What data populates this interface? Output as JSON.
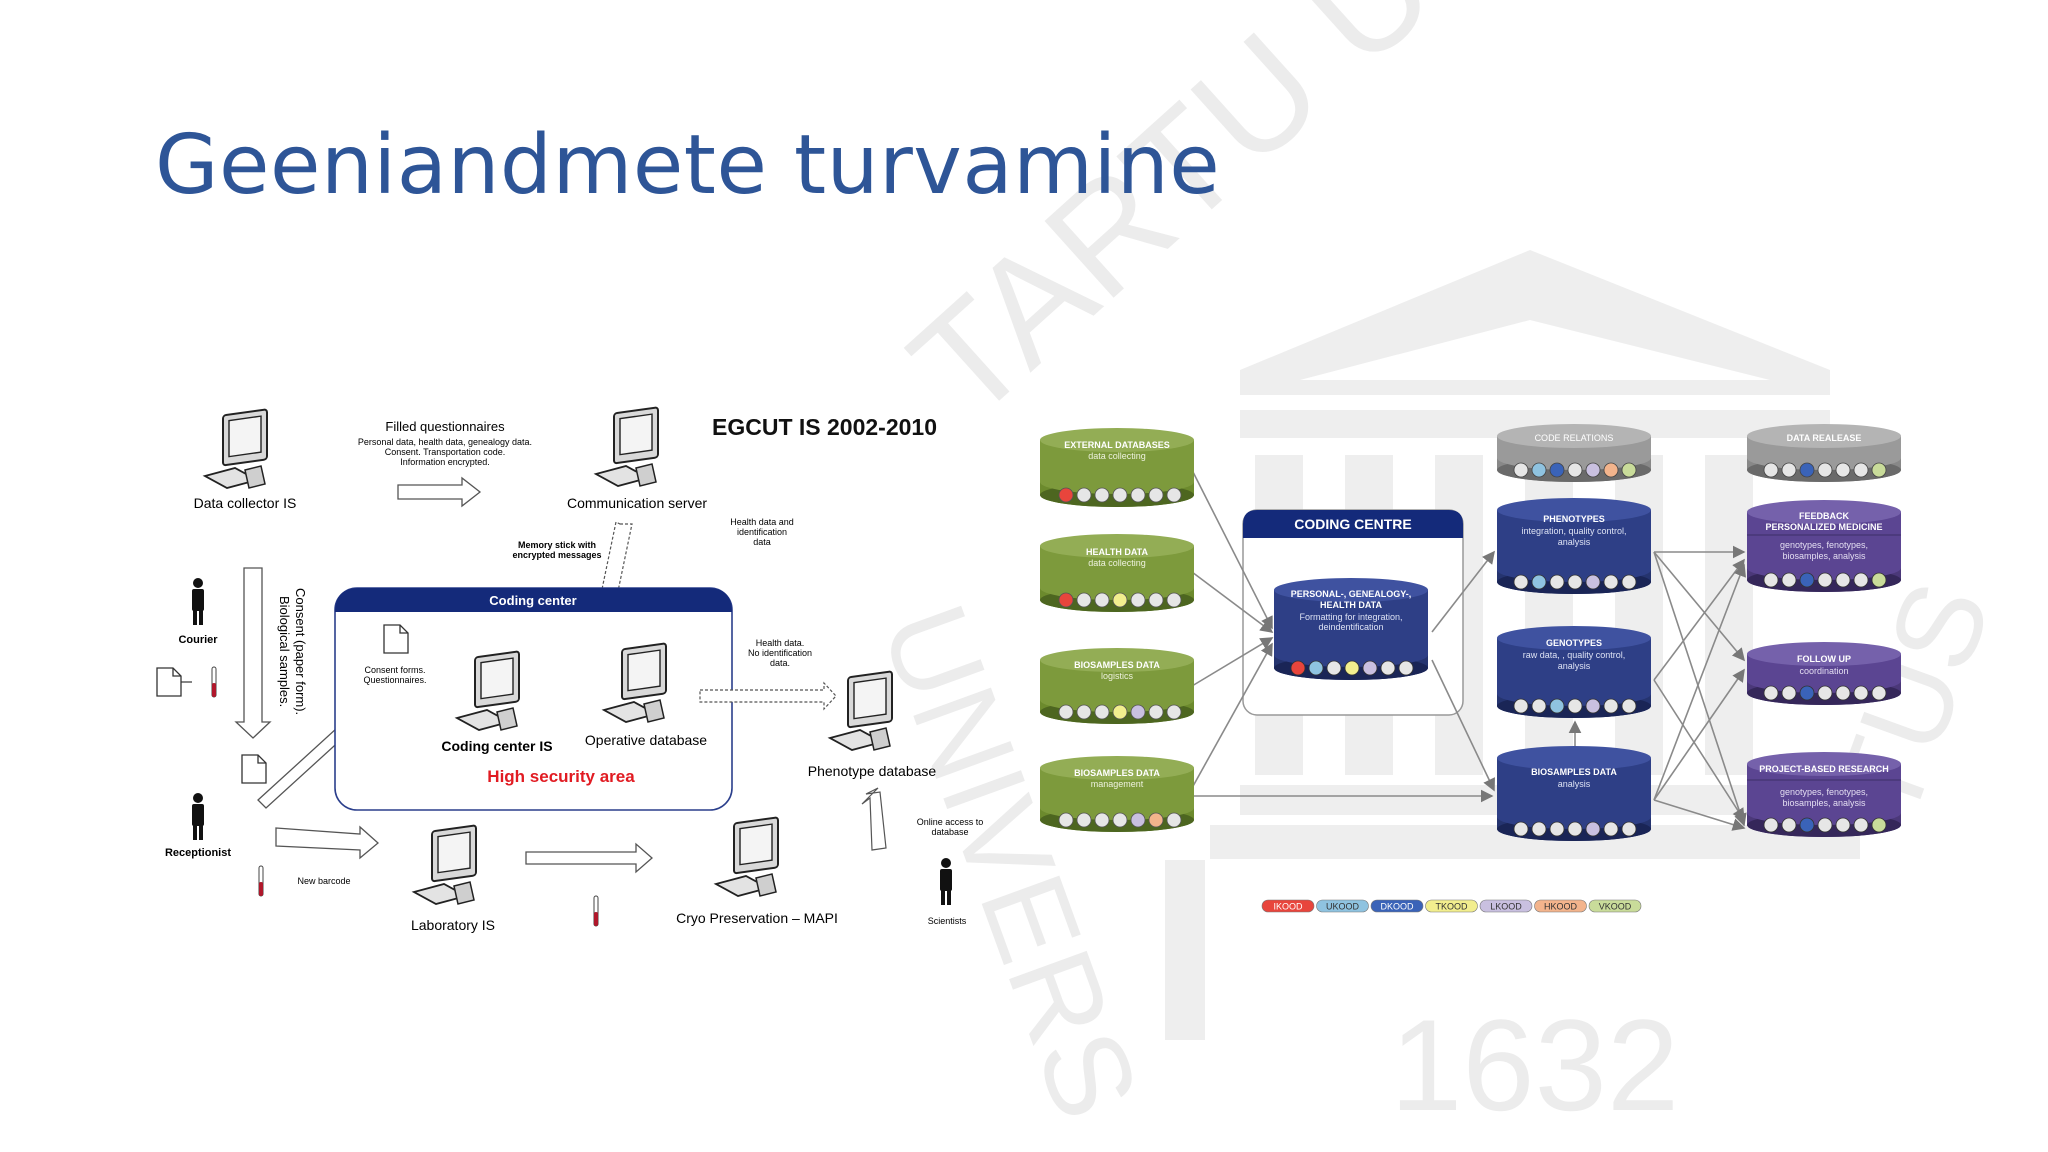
{
  "slide": {
    "title": "Geeniandmete turvamine",
    "watermark": {
      "text_top": "TARTU ÜLIKOOL",
      "text_left": "UNIVERS",
      "text_right": "TUS",
      "year": "1632"
    }
  },
  "left_diagram": {
    "title": "EGCUT IS 2002-2010",
    "data_collector": "Data collector IS",
    "communication_server": "Communication server",
    "filled_questionnaires": "Filled questionnaires",
    "fq_detail_1": "Personal data, health data, genealogy data.",
    "fq_detail_2": "Consent. Transportation code.",
    "fq_detail_3": "Information encrypted.",
    "memory_stick_1": "Memory stick with",
    "memory_stick_2": "encrypted messages",
    "health_ident_1": "Health data and",
    "health_ident_2": "identification",
    "health_ident_3": "data",
    "courier": "Courier",
    "consent_vertical_1": "Consent (paper form).",
    "consent_vertical_2": "Biological samples.",
    "coding_center_header": "Coding center",
    "consent_forms_1": "Consent forms.",
    "consent_forms_2": "Questionnaires.",
    "coding_center_is": "Coding center IS",
    "operative_database": "Operative database",
    "high_security": "High security area",
    "health_no_id_1": "Health data.",
    "health_no_id_2": "No identification",
    "health_no_id_3": "data.",
    "phenotype_database": "Phenotype database",
    "receptionist": "Receptionist",
    "new_barcode": "New barcode",
    "laboratory_is": "Laboratory IS",
    "cryo": "Cryo Preservation – MAPI",
    "online_access_1": "Online access to",
    "online_access_2": "database",
    "scientists": "Scientists"
  },
  "right_diagram": {
    "ext_db_title": "EXTERNAL DATABASES",
    "ext_db_sub": "data collecting",
    "health_title": "HEALTH DATA",
    "health_sub": "data collecting",
    "bio_log_title": "BIOSAMPLES DATA",
    "bio_log_sub": "logistics",
    "bio_mgmt_title": "BIOSAMPLES DATA",
    "bio_mgmt_sub": "management",
    "coding_centre": "CODING CENTRE",
    "personal_1": "PERSONAL-, GENEALOGY-,",
    "personal_2": "HEALTH DATA",
    "personal_3": "Formatting for integration,",
    "personal_4": "deindentification",
    "code_relations": "CODE RELATIONS",
    "phenotypes_title": "PHENOTYPES",
    "phenotypes_sub_1": "integration, quality control,",
    "phenotypes_sub_2": "analysis",
    "genotypes_title": "GENOTYPES",
    "genotypes_sub_1": "raw data, , quality control,",
    "genotypes_sub_2": "analysis",
    "bio_analysis_title": "BIOSAMPLES DATA",
    "bio_analysis_sub": "analysis",
    "data_release": "DATA REALEASE",
    "feedback_1": "FEEDBACK",
    "feedback_2": "PERSONALIZED MEDICINE",
    "feedback_sub_1": "genotypes, fenotypes,",
    "feedback_sub_2": "biosamples, analysis",
    "followup_title": "FOLLOW UP",
    "followup_sub": "coordination",
    "project_title": "PROJECT-BASED  RESEARCH",
    "project_sub_1": "genotypes, fenotypes,",
    "project_sub_2": "biosamples, analysis",
    "legend": [
      {
        "label": "IKOOD",
        "color": "#e8453c"
      },
      {
        "label": "UKOOD",
        "color": "#8fc3e0"
      },
      {
        "label": "DKOOD",
        "color": "#3a63b8"
      },
      {
        "label": "TKOOD",
        "color": "#f2ee8e"
      },
      {
        "label": "LKOOD",
        "color": "#c9c0e0"
      },
      {
        "label": "HKOOD",
        "color": "#f3b48c"
      },
      {
        "label": "VKOOD",
        "color": "#c9dc9a"
      }
    ],
    "colors": {
      "olive": "#7d9a3c",
      "navy": "#2e3f86",
      "gray": "#9a9a9a",
      "purple": "#5b4592"
    }
  }
}
